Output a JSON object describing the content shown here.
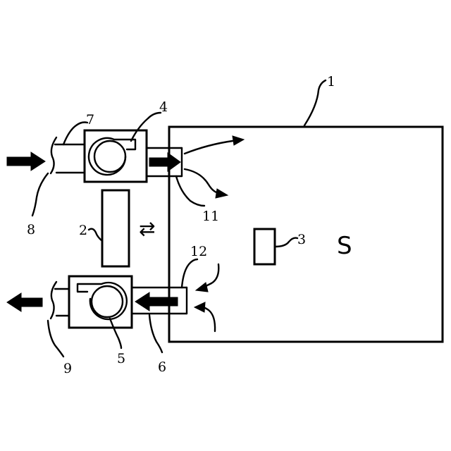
{
  "labels": {
    "room": "1",
    "heat_exchanger": "2",
    "sensor": "3",
    "supply_fan": "4",
    "exhaust_fan": "5",
    "exhaust_inlet_duct": "6",
    "supply_inlet_duct": "7",
    "outdoor_air_inlet": "8",
    "exhaust_outlet": "9",
    "supply_outlet": "11",
    "return_inlet": "12",
    "space": "S"
  },
  "symbols": {
    "exchange_arrows": "⇄"
  }
}
